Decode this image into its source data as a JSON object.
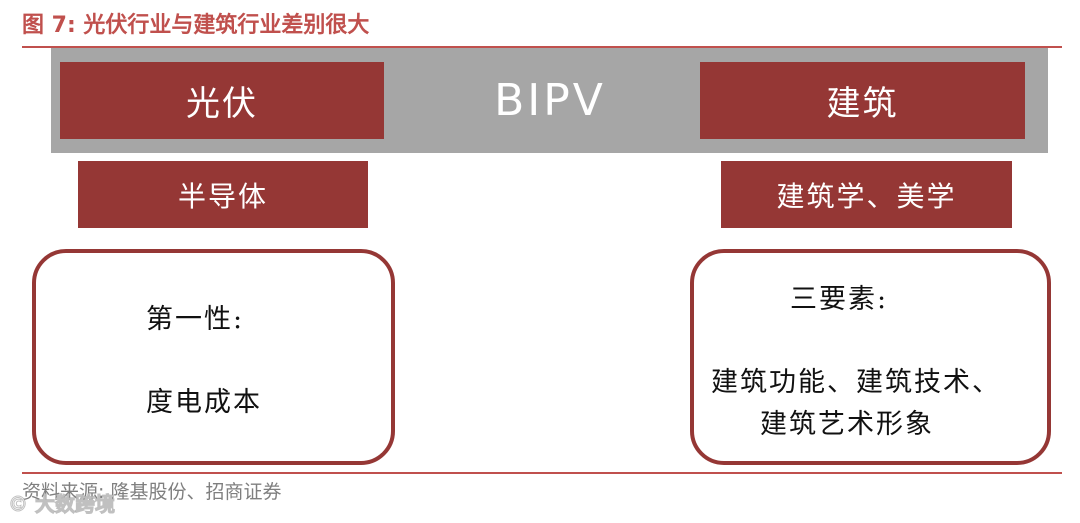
{
  "figure": {
    "title": "图 7:  光伏行业与建筑行业差别很大"
  },
  "band": {
    "center_label": "BIPV"
  },
  "left": {
    "main_label": "光伏",
    "sub_label": "半导体",
    "detail_line1": "第一性:",
    "detail_line2": "度电成本"
  },
  "right": {
    "main_label": "建筑",
    "sub_label": "建筑学、美学",
    "detail_line1": "三要素:",
    "detail_line2": "建筑功能、建筑技术、",
    "detail_line3": "建筑艺术形象"
  },
  "source": {
    "text": "资料来源:  隆基股份、招商证券"
  },
  "watermark": {
    "text": "© 大数跨境"
  },
  "colors": {
    "accent_title": "#c0504d",
    "box_fill": "#953735",
    "band_gray": "#a6a6a6"
  }
}
